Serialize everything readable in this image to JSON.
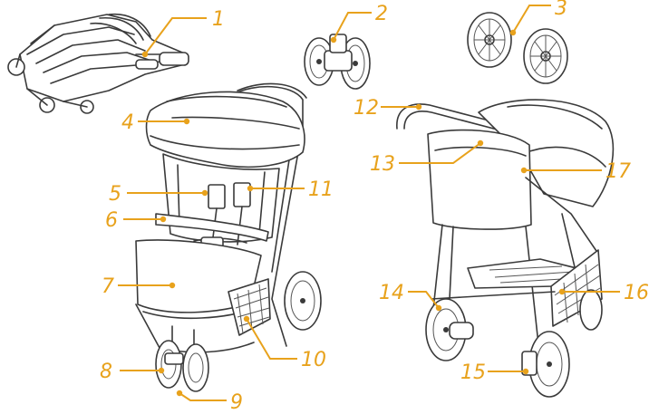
{
  "accent_color": "#E8A21C",
  "line_color": "#3a3a3a",
  "callouts": [
    {
      "id": "1",
      "text": "1"
    },
    {
      "id": "2",
      "text": "2"
    },
    {
      "id": "3",
      "text": "3"
    },
    {
      "id": "4",
      "text": "4"
    },
    {
      "id": "5",
      "text": "5"
    },
    {
      "id": "6",
      "text": "6"
    },
    {
      "id": "7",
      "text": "7"
    },
    {
      "id": "8",
      "text": "8"
    },
    {
      "id": "9",
      "text": "9"
    },
    {
      "id": "10",
      "text": "10"
    },
    {
      "id": "11",
      "text": "11"
    },
    {
      "id": "12",
      "text": "12"
    },
    {
      "id": "13",
      "text": "13"
    },
    {
      "id": "14",
      "text": "14"
    },
    {
      "id": "15",
      "text": "15"
    },
    {
      "id": "16",
      "text": "16"
    },
    {
      "id": "17",
      "text": "17"
    }
  ]
}
